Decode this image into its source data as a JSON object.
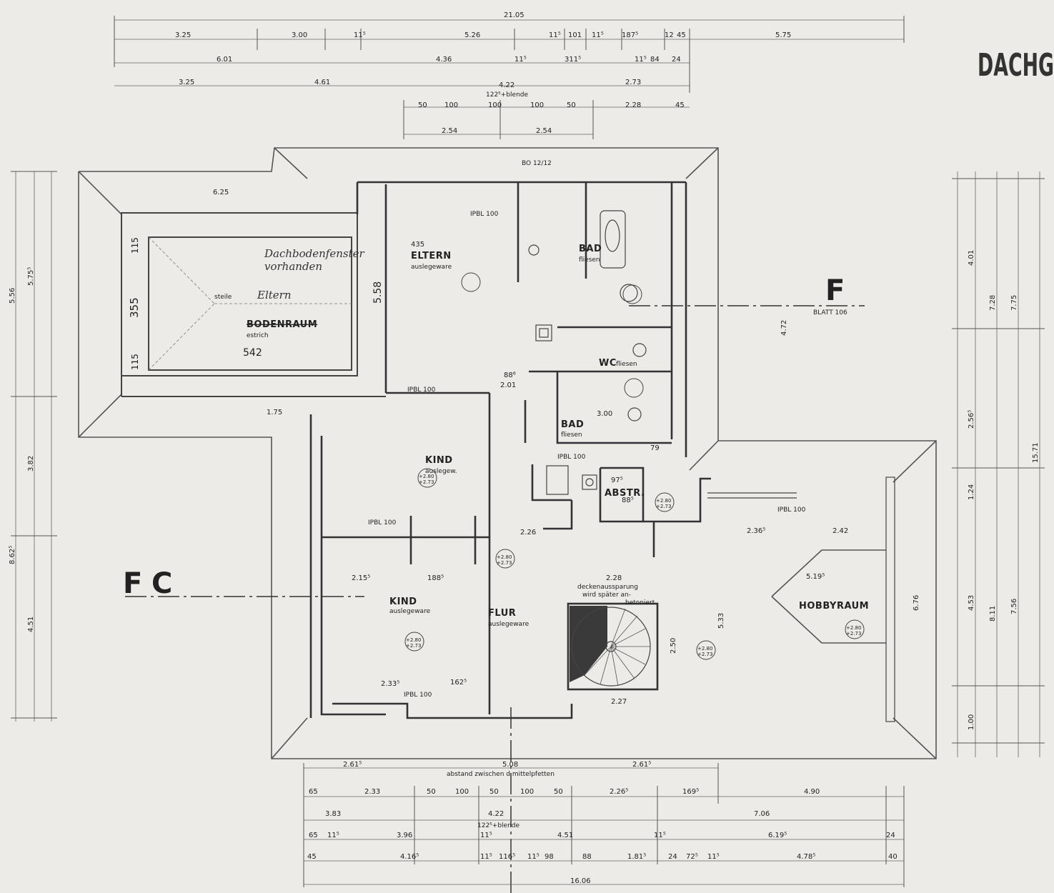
{
  "title": "DACHG",
  "rooms": {
    "eltern": {
      "label": "ELTERN",
      "area": "435",
      "floor": "auslegeware"
    },
    "bad1": {
      "label": "BAD",
      "floor": "fliesen"
    },
    "wc": {
      "label": "WC",
      "floor": "fliesen"
    },
    "bad2": {
      "label": "BAD",
      "floor": "fliesen"
    },
    "kind1": {
      "label": "KIND",
      "floor": "auslegew."
    },
    "kind2": {
      "label": "KIND",
      "floor": "auslegeware"
    },
    "flur": {
      "label": "FLUR",
      "floor": "auslegeware"
    },
    "abstr": {
      "label": "ABSTR."
    },
    "hobby": {
      "label": "HOBBYRAUM"
    },
    "boden": {
      "label": "BODENRAUM",
      "floor": "estrich"
    }
  },
  "handwriting": {
    "line1": "Dachbodenfenster",
    "line2": "vorhanden",
    "line3": "Eltern",
    "prefix": "steile"
  },
  "section_marks": {
    "f_right": "F",
    "blatt": "BLATT 106",
    "f_left": "F",
    "c_left": "C"
  },
  "notes": {
    "deckenaussparung1": "deckenaussparung",
    "deckenaussparung2": "wird später an-",
    "deckenaussparung3": "betoniert",
    "abstand": "abstand zwischen d mittelpfetten",
    "blende": "122⁵+blende"
  },
  "beams": {
    "ipbl100": "IPBL 100",
    "bo1212": "BO 12/12"
  },
  "levels": {
    "l1": "+2.80",
    "l2": "+2.73"
  },
  "dims_top": {
    "total": "21.05",
    "r1": [
      "3.25",
      "3.00",
      "11⁵",
      "5.26",
      "11⁵",
      "101",
      "11⁵",
      "187⁵",
      "12",
      "45",
      "5.75"
    ],
    "r2": [
      "6.01",
      "4.36",
      "11⁵",
      "311⁵",
      "11⁵",
      "84",
      "24"
    ],
    "r3": [
      "3.25",
      "4.61",
      "4.22",
      "2.73"
    ],
    "r4": [
      "50",
      "100",
      "100",
      "100",
      "50",
      "2.28",
      "45"
    ],
    "r5": [
      "2.54",
      "2.54"
    ]
  },
  "dims_bottom": {
    "r1": [
      "2.61⁵",
      "5.08",
      "2.61⁵"
    ],
    "r2": [
      "65",
      "2.33",
      "50",
      "100",
      "50",
      "100",
      "50",
      "2.26⁵",
      "169⁵",
      "4.90"
    ],
    "r3": [
      "3.83",
      "4.22",
      "7.06"
    ],
    "r4": [
      "65",
      "11⁵",
      "3.96",
      "11⁵",
      "4.51",
      "11⁵",
      "6.19⁵",
      "24"
    ],
    "r5": [
      "45",
      "4.16⁵",
      "11⁵",
      "116⁵",
      "11⁵",
      "98",
      "88",
      "1.81⁵",
      "24",
      "72⁵",
      "11⁵",
      "4.78⁵",
      "40"
    ],
    "total": "16.06"
  },
  "dims_left": [
    "5.56",
    "5.75⁵",
    "3.82",
    "8.62⁵",
    "4.51"
  ],
  "dims_right": [
    "4.01",
    "7.28",
    "7.75",
    "2.56⁵",
    "1.24",
    "15.71",
    "4.53",
    "8.11",
    "7.56",
    "1.00"
  ],
  "interior": [
    "6.25",
    "355",
    "542",
    "5.58",
    "115",
    "1.75",
    "2.01",
    "88⁶",
    "3.00",
    "2.28",
    "2.27",
    "2.50",
    "5.19⁵",
    "2.42",
    "2.36⁵",
    "2.26",
    "2.15⁵",
    "188⁵",
    "2.33⁵",
    "162⁵",
    "79",
    "97⁵",
    "88⁵",
    "5.33",
    "6.76",
    "4.72"
  ]
}
